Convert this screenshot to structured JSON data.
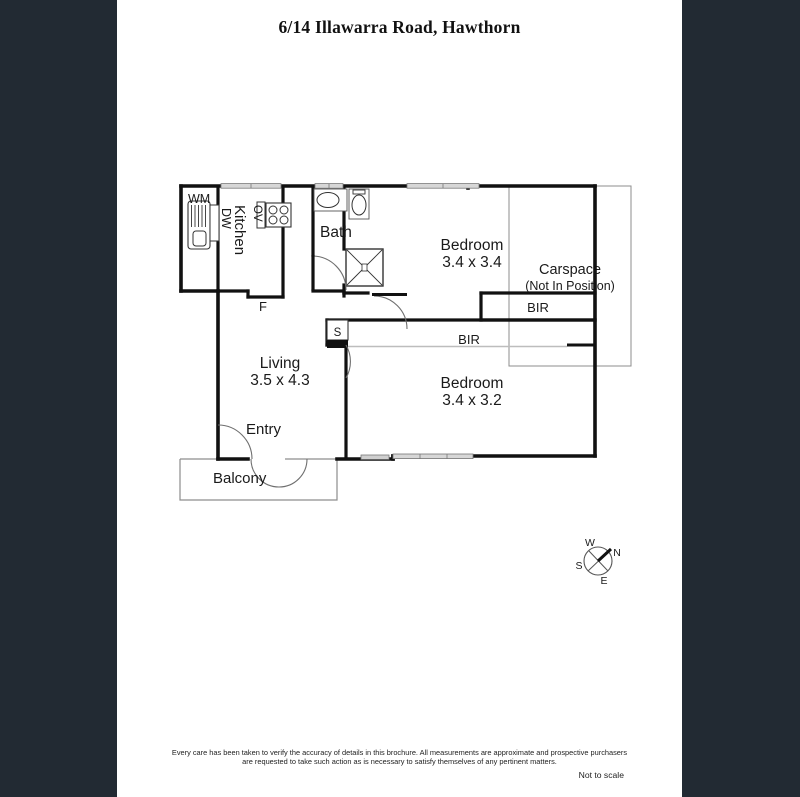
{
  "page": {
    "background_color": "#222a33",
    "sheet_color": "#ffffff",
    "title": "6/14 Illawarra Road, Hawthorn"
  },
  "floorplan": {
    "rooms": [
      {
        "id": "kitchen",
        "name": "Kitchen",
        "dimensions": ""
      },
      {
        "id": "bath",
        "name": "Bath",
        "dimensions": ""
      },
      {
        "id": "bedroom1",
        "name": "Bedroom",
        "dimensions": "3.4 x 3.4"
      },
      {
        "id": "bedroom2",
        "name": "Bedroom",
        "dimensions": "3.4 x 3.2"
      },
      {
        "id": "living",
        "name": "Living",
        "dimensions": "3.5 x 4.3"
      },
      {
        "id": "entry",
        "name": "Entry",
        "dimensions": ""
      },
      {
        "id": "balcony",
        "name": "Balcony",
        "dimensions": ""
      }
    ],
    "fixtures": [
      {
        "id": "wm",
        "label": "WM"
      },
      {
        "id": "dw",
        "label": "DW"
      },
      {
        "id": "ov",
        "label": "OV"
      },
      {
        "id": "f",
        "label": "F"
      },
      {
        "id": "s",
        "label": "S"
      }
    ],
    "storage": [
      {
        "id": "bir-upper",
        "label": "BIR"
      },
      {
        "id": "bir-lower",
        "label": "BIR"
      }
    ],
    "carspace": {
      "label": "Carspace",
      "note": "(Not In Position)"
    },
    "compass": {
      "north": "N",
      "east": "E",
      "south": "S",
      "west": "W"
    }
  },
  "footer": {
    "line1": "Every care has been taken to verify the accuracy of details in this brochure.  All measurements are approximate and prospective purchasers",
    "line2": "are requested to take such action as is necessary to satisfy themselves of any pertinent matters.",
    "scale_note": "Not to scale"
  }
}
